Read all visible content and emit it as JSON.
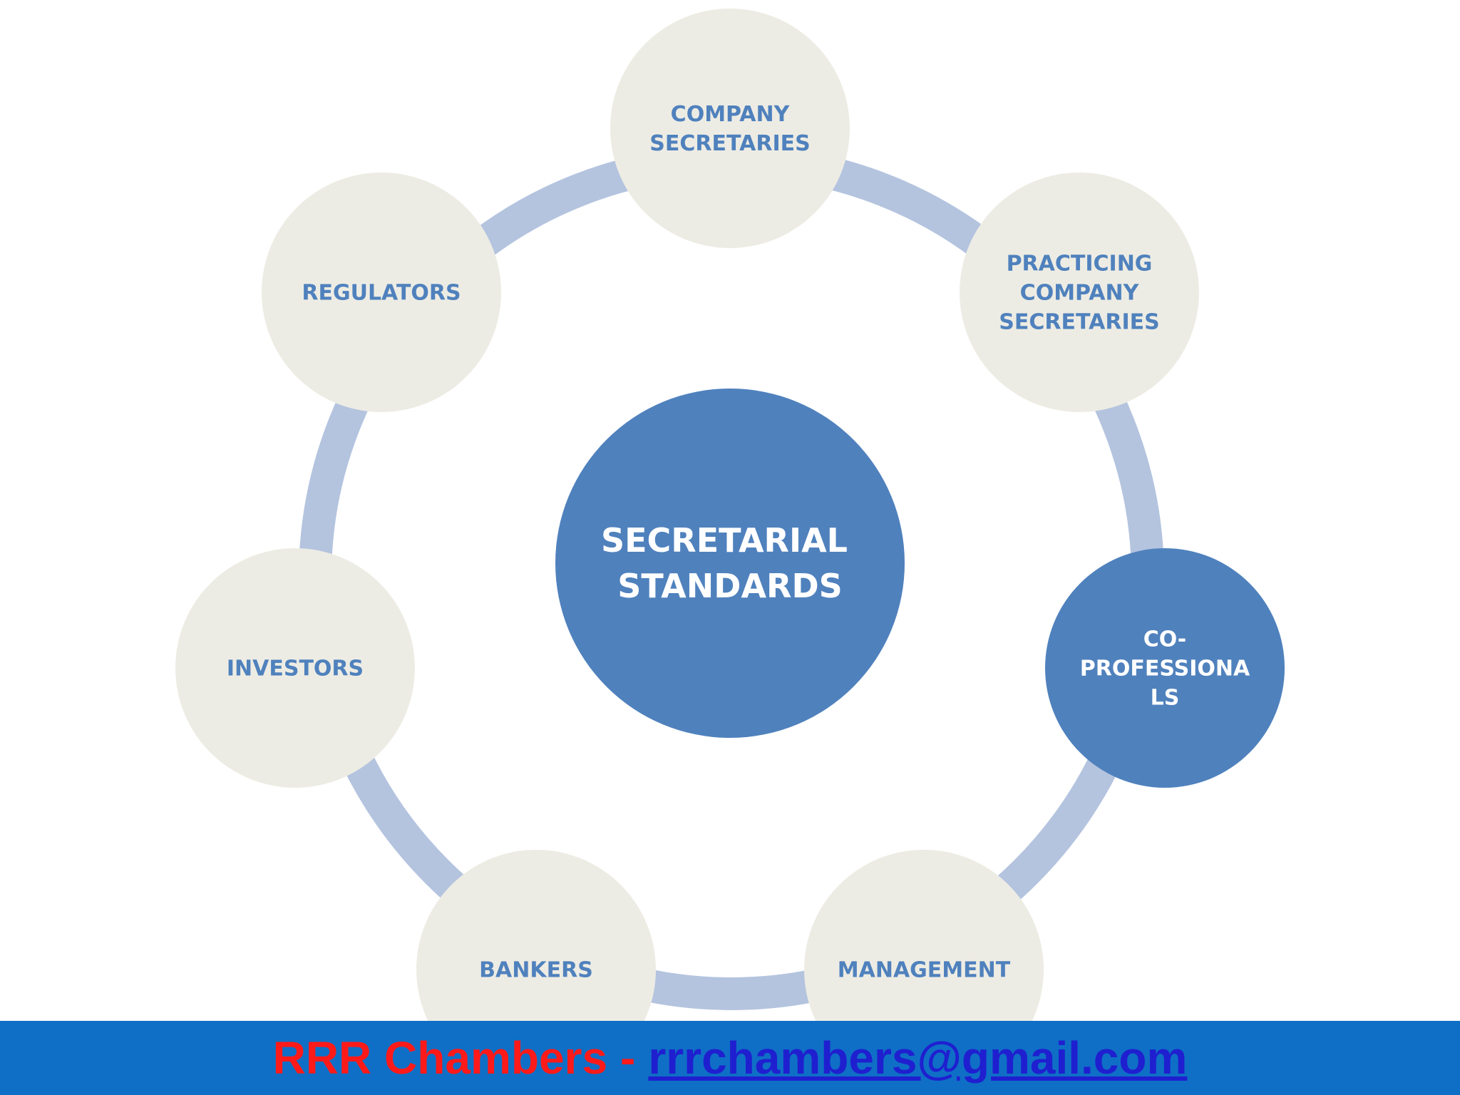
{
  "diagram": {
    "center": {
      "lines": [
        "SECRETARIAL",
        "STANDARDS"
      ]
    },
    "nodes": [
      {
        "id": "company-secretaries",
        "lines": [
          "COMPANY",
          "SECRETARIES"
        ],
        "highlight": false
      },
      {
        "id": "practicing-company-secretaries",
        "lines": [
          "PRACTICING",
          "COMPANY",
          "SECRETARIES"
        ],
        "highlight": false
      },
      {
        "id": "co-professionals",
        "lines": [
          "CO-",
          "PROFESSIONA",
          "LS"
        ],
        "highlight": true
      },
      {
        "id": "management",
        "lines": [
          "MANAGEMENT"
        ],
        "highlight": false
      },
      {
        "id": "bankers",
        "lines": [
          "BANKERS"
        ],
        "highlight": false
      },
      {
        "id": "investors",
        "lines": [
          "INVESTORS"
        ],
        "highlight": false
      },
      {
        "id": "regulators",
        "lines": [
          "REGULATORS"
        ],
        "highlight": false
      }
    ],
    "colors": {
      "node_fill": "#edece4",
      "node_text": "#4f81bd",
      "highlight_fill": "#4f81bd",
      "highlight_text": "#ffffff",
      "ring": "#b4c4df"
    }
  },
  "footer": {
    "org": "RRR Chambers",
    "separator": "-",
    "email": "rrrchambers@gmail.com",
    "colors": {
      "background": "#0f6fc6",
      "org_text": "#ff1a1a",
      "email_text": "#1f1fd0"
    }
  }
}
